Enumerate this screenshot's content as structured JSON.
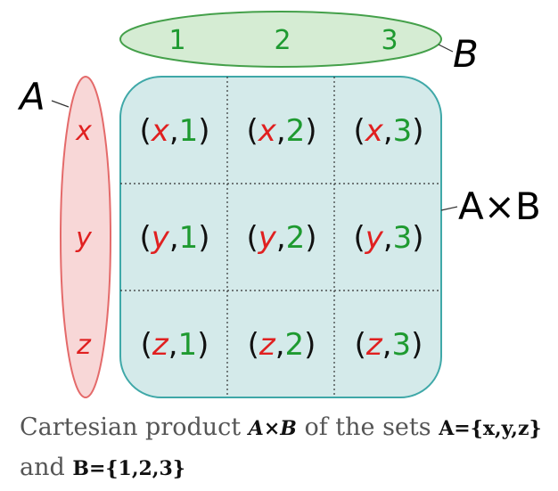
{
  "set_a": {
    "name": "A",
    "elements": [
      "x",
      "y",
      "z"
    ],
    "fill": "#f8d7d7",
    "stroke": "#e46a6a",
    "element_color": "#e02020"
  },
  "set_b": {
    "name": "B",
    "elements": [
      "1",
      "2",
      "3"
    ],
    "fill": "#d5ecd3",
    "stroke": "#44a04a",
    "element_color": "#1e9a30"
  },
  "product": {
    "name_left": "A",
    "times": "×",
    "name_right": "B",
    "fill": "#d4eaea",
    "stroke": "#3fa8a8",
    "pairs": [
      [
        {
          "a": "x",
          "b": "1"
        },
        {
          "a": "x",
          "b": "2"
        },
        {
          "a": "x",
          "b": "3"
        }
      ],
      [
        {
          "a": "y",
          "b": "1"
        },
        {
          "a": "y",
          "b": "2"
        },
        {
          "a": "y",
          "b": "3"
        }
      ],
      [
        {
          "a": "z",
          "b": "1"
        },
        {
          "a": "z",
          "b": "2"
        },
        {
          "a": "z",
          "b": "3"
        }
      ]
    ]
  },
  "caption": {
    "text_1": "Cartesian product ",
    "math_1_a": "A",
    "math_1_times": "×",
    "math_1_b": "B",
    "text_2": " of the sets ",
    "math_2": "A={x,y,z}",
    "text_3": "and ",
    "math_3": "B={1,2,3}"
  }
}
